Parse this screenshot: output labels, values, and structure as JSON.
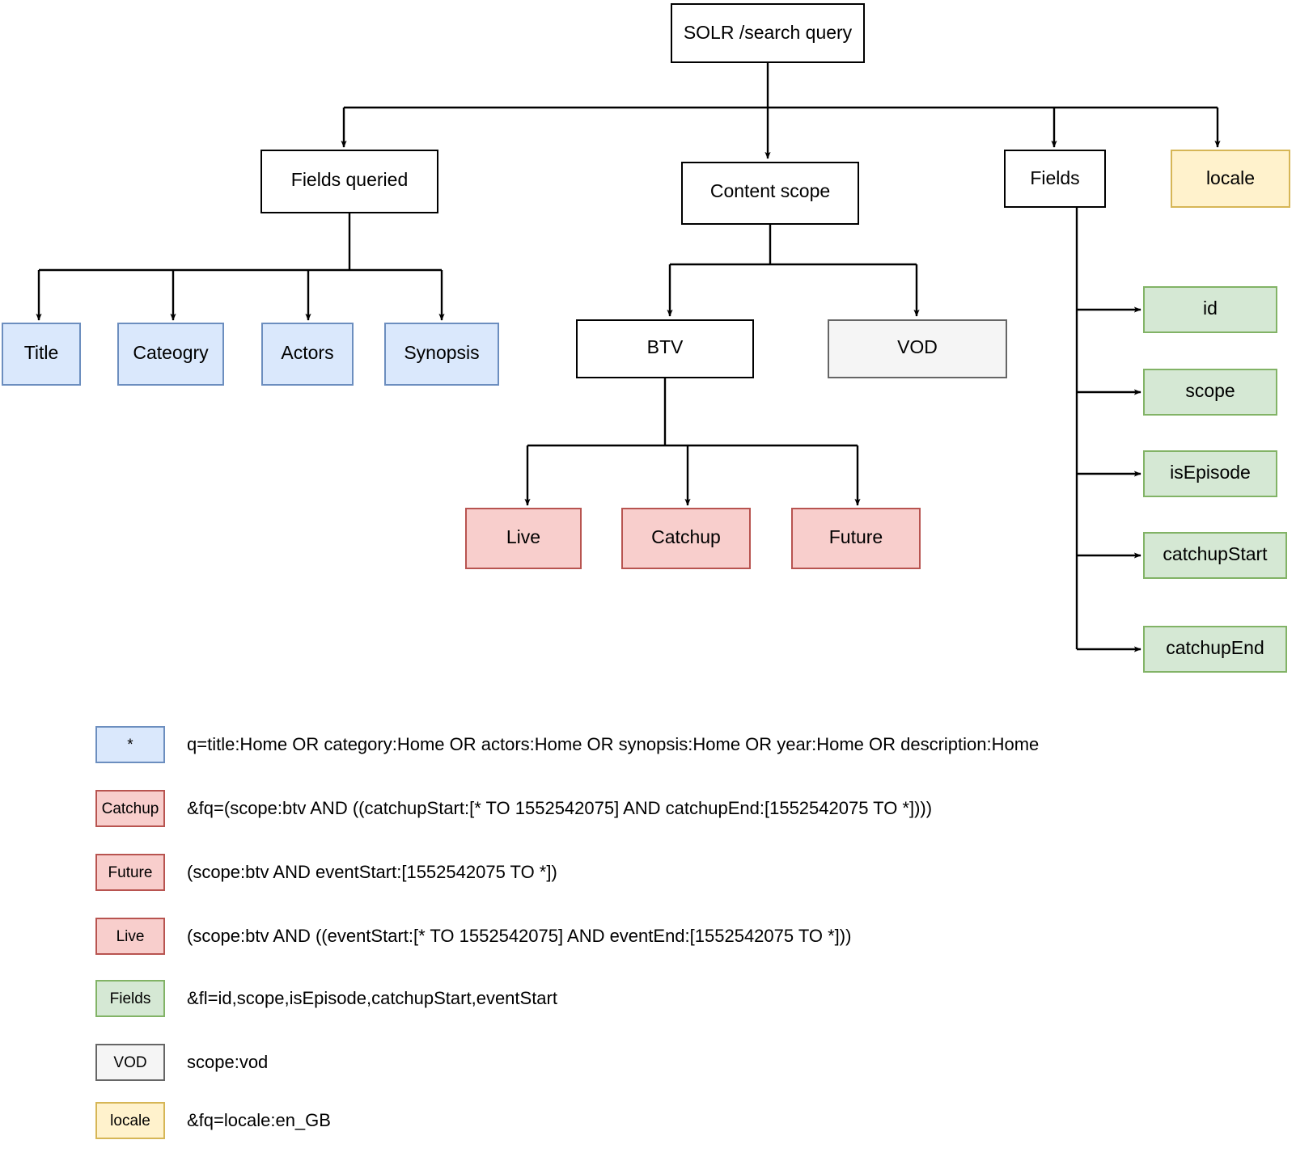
{
  "diagram": {
    "title_node": {
      "label": "SOLR /search query"
    },
    "level2": [
      {
        "id": "fields-queried",
        "label": "Fields queried"
      },
      {
        "id": "content-scope",
        "label": "Content scope"
      },
      {
        "id": "fields",
        "label": "Fields"
      },
      {
        "id": "locale",
        "label": "locale"
      }
    ],
    "query_fields": [
      {
        "id": "title",
        "label": "Title"
      },
      {
        "id": "cateogry",
        "label": "Cateogry"
      },
      {
        "id": "actors",
        "label": "Actors"
      },
      {
        "id": "synopsis",
        "label": "Synopsis"
      }
    ],
    "scopes": [
      {
        "id": "btv",
        "label": "BTV"
      },
      {
        "id": "vod",
        "label": "VOD"
      }
    ],
    "btv_states": [
      {
        "id": "live",
        "label": "Live"
      },
      {
        "id": "catchup",
        "label": "Catchup"
      },
      {
        "id": "future",
        "label": "Future"
      }
    ],
    "field_list": [
      {
        "id": "id",
        "label": "id"
      },
      {
        "id": "scope",
        "label": "scope"
      },
      {
        "id": "isepisode",
        "label": "isEpisode"
      },
      {
        "id": "catchupstart",
        "label": "catchupStart"
      },
      {
        "id": "catchupend",
        "label": "catchupEnd"
      }
    ]
  },
  "legend": [
    {
      "id": "wildcard",
      "chip": "*",
      "style": "blue",
      "text": "q=title:Home OR category:Home OR actors:Home OR synopsis:Home OR year:Home OR description:Home"
    },
    {
      "id": "catchup",
      "chip": "Catchup",
      "style": "red",
      "text": "&fq=(scope:btv AND ((catchupStart:[* TO 1552542075] AND catchupEnd:[1552542075 TO *])))"
    },
    {
      "id": "future",
      "chip": "Future",
      "style": "red",
      "text": "(scope:btv AND eventStart:[1552542075 TO *])"
    },
    {
      "id": "live",
      "chip": "Live",
      "style": "red",
      "text": "(scope:btv AND ((eventStart:[* TO 1552542075] AND eventEnd:[1552542075 TO *]))"
    },
    {
      "id": "fields",
      "chip": "Fields",
      "style": "green",
      "text": "&fl=id,scope,isEpisode,catchupStart,eventStart"
    },
    {
      "id": "vod",
      "chip": "VOD",
      "style": "grey",
      "text": "scope:vod"
    },
    {
      "id": "locale",
      "chip": "locale",
      "style": "yellow",
      "text": "&fq=locale:en_GB"
    }
  ],
  "colors": {
    "blue_fill": "#dae8fc",
    "blue_stroke": "#6c8ebf",
    "red_fill": "#f8cecc",
    "red_stroke": "#b85450",
    "green_fill": "#d5e8d4",
    "green_stroke": "#82b366",
    "yellow_fill": "#fff2cc",
    "yellow_stroke": "#d6b656",
    "grey_fill": "#f5f5f5",
    "grey_stroke": "#666666",
    "white_fill": "#ffffff",
    "black_stroke": "#000000"
  }
}
